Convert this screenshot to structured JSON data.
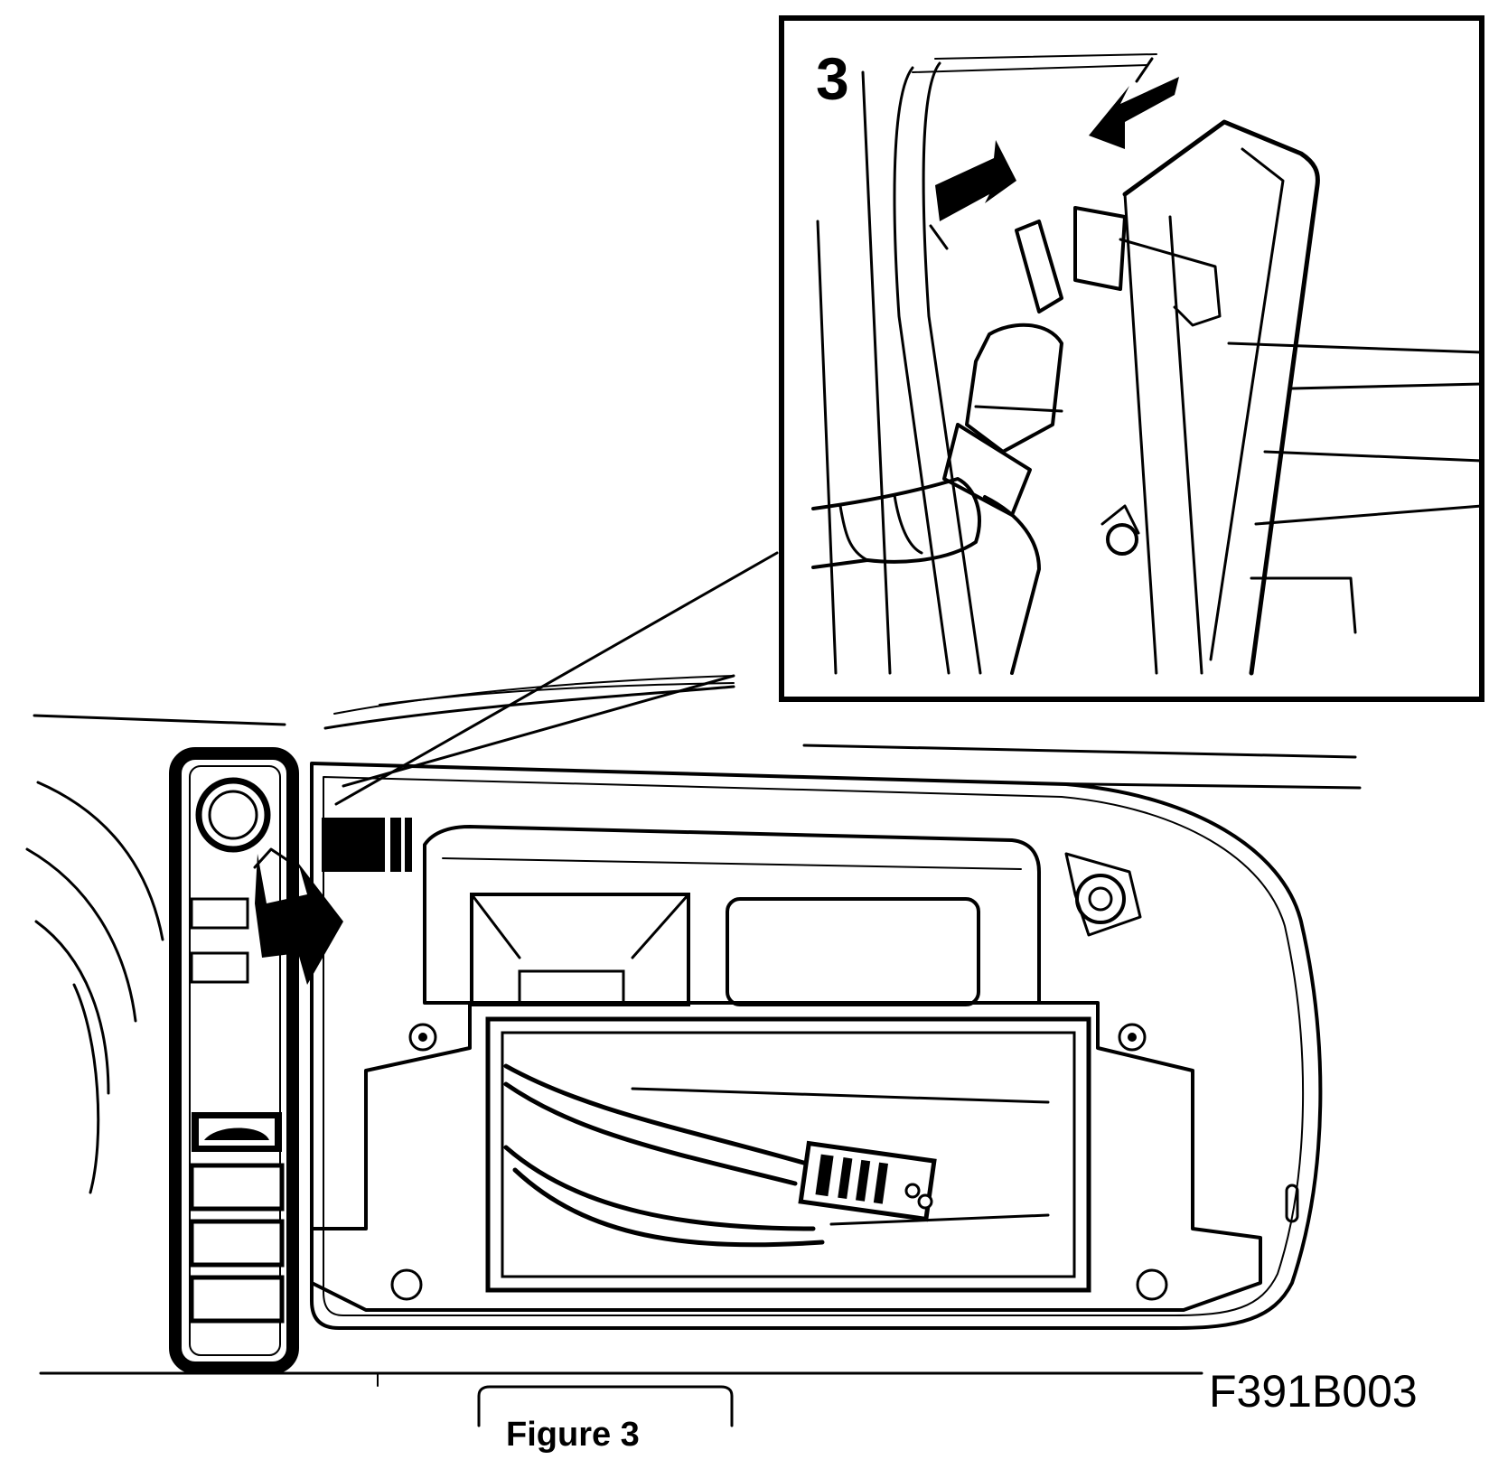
{
  "inset": {
    "step_number": "3"
  },
  "figure_code": "F391B003",
  "caption": "Figure 3",
  "colors": {
    "ink": "#000000",
    "paper": "#ffffff"
  }
}
